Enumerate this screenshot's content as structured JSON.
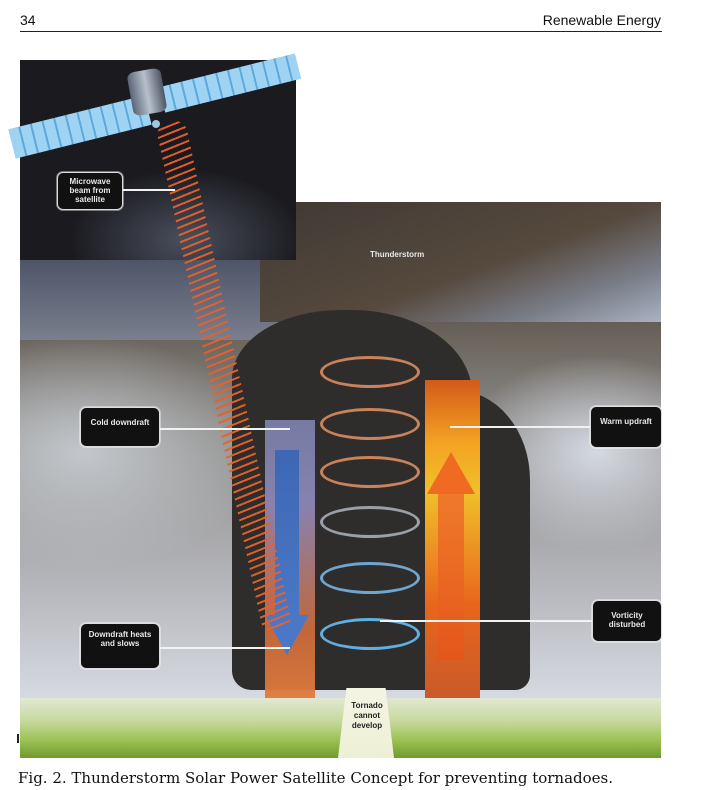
{
  "header": {
    "page_number": "34",
    "running_title": "Renewable Energy"
  },
  "figure": {
    "callouts": {
      "microwave_beam": "Microwave beam from satellite",
      "thunderstorm": "Thunderstorm",
      "cold_downdraft": "Cold downdraft",
      "warm_updraft": "Warm updraft",
      "vorticity_disturbed": "Vorticity disturbed",
      "downdraft_heats": "Downdraft heats and slows",
      "tornado_cannot_develop": "Tornado cannot develop"
    },
    "colors": {
      "beam": "#e8602a",
      "cold_arrow": "#4a78c6",
      "warm_arrow": "#f06a22",
      "vortex_upper": "#c9825c",
      "vortex_middle": "#9a9fa8",
      "vortex_lower": "#5fb0e0",
      "solar_panel": "#7cc0ec"
    }
  },
  "caption": "Fig. 2. Thunderstorm Solar Power Satellite Concept for preventing tornadoes."
}
